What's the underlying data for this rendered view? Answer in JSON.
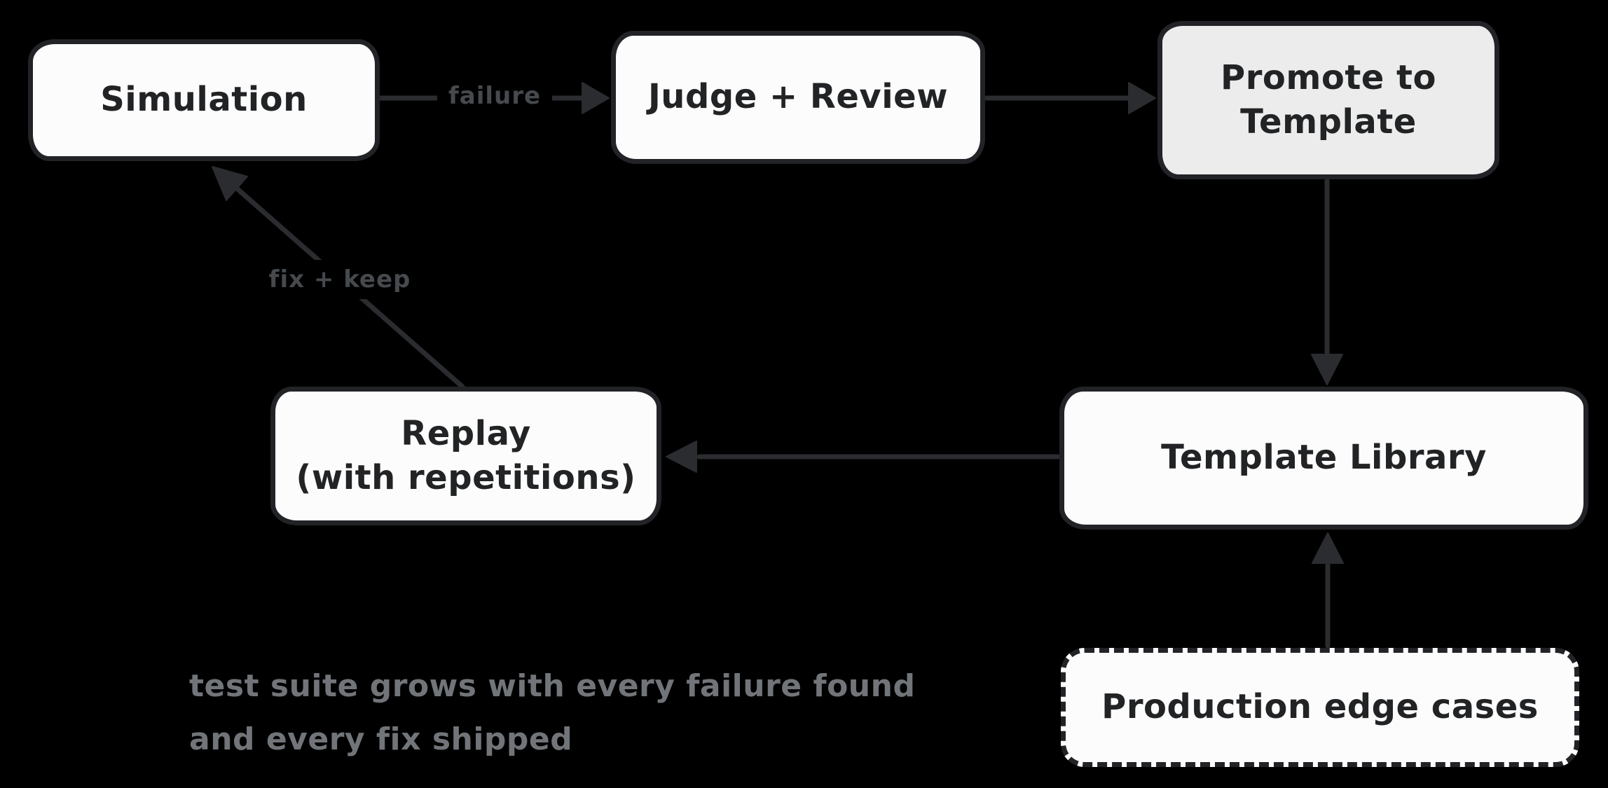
{
  "colors": {
    "background": "#000000",
    "node_fill": "#fcfcfc",
    "promote_fill": "#ececec",
    "stroke": "#212326",
    "arrow": "#2a2c2f",
    "edge_label": "#46494d",
    "note_text": "#717579",
    "node_text": "#212325"
  },
  "nodes": {
    "simulation": {
      "label": "Simulation"
    },
    "judge_review": {
      "label": "Judge + Review"
    },
    "promote": {
      "line1": "Promote to",
      "line2": "Template"
    },
    "template_library": {
      "label": "Template Library"
    },
    "replay": {
      "line1": "Replay",
      "line2": "(with repetitions)"
    },
    "production": {
      "label": "Production edge cases"
    }
  },
  "edges": {
    "failure_label": "failure",
    "fix_keep_label": "fix + keep"
  },
  "note": {
    "line1": "test suite grows with every failure found",
    "line2": "and every fix shipped"
  }
}
